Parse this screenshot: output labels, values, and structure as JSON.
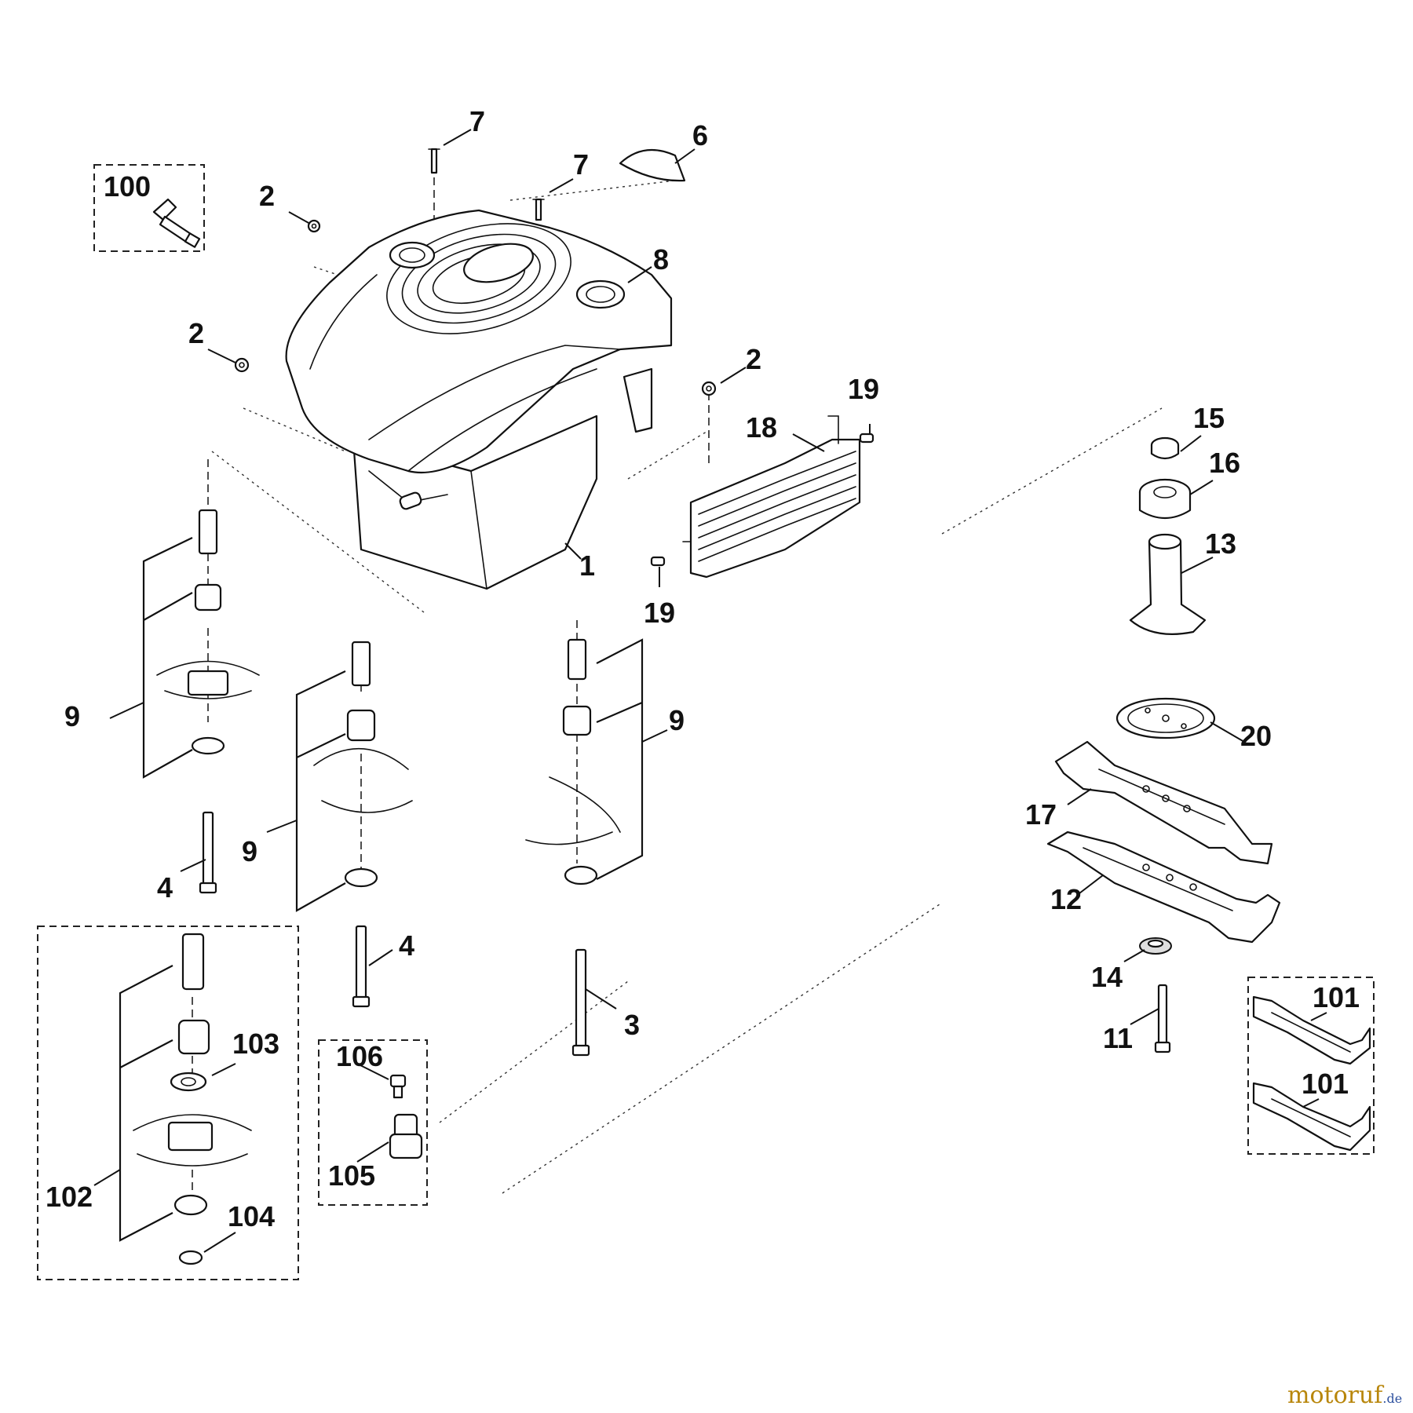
{
  "diagram": {
    "callouts": {
      "c1": "1",
      "c2a": "2",
      "c2b": "2",
      "c2c": "2",
      "c3": "3",
      "c4a": "4",
      "c4b": "4",
      "c6": "6",
      "c7a": "7",
      "c7b": "7",
      "c8": "8",
      "c9a": "9",
      "c9b": "9",
      "c9c": "9",
      "c11": "11",
      "c12": "12",
      "c13": "13",
      "c14": "14",
      "c15": "15",
      "c16": "16",
      "c17": "17",
      "c18": "18",
      "c19a": "19",
      "c19b": "19",
      "c20": "20",
      "c100": "100",
      "c101a": "101",
      "c101b": "101",
      "c102": "102",
      "c103": "103",
      "c104": "104",
      "c105": "105",
      "c106": "106"
    }
  },
  "watermark": {
    "brand": "motoruf",
    "tld": ".de"
  }
}
